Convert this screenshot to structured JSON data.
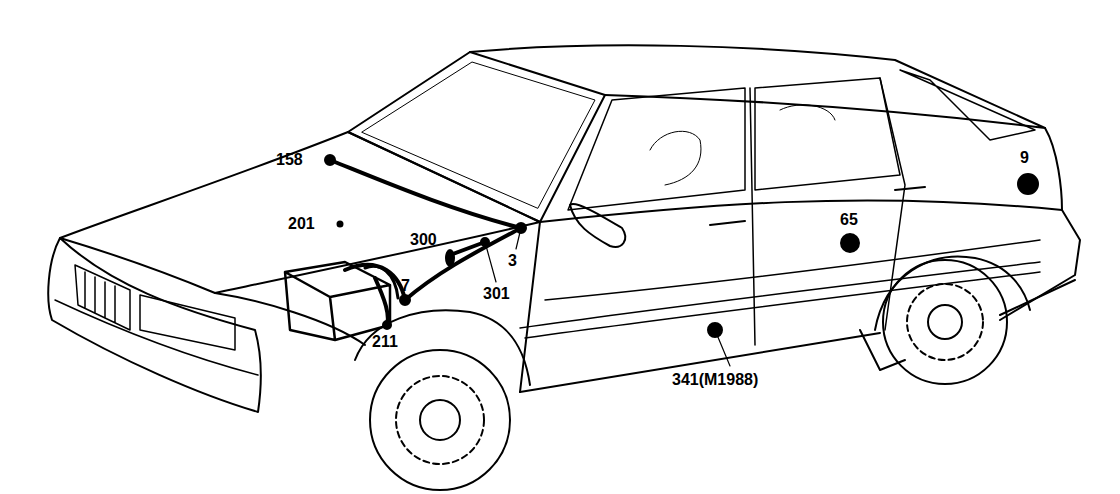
{
  "diagram": {
    "labels": [
      "158",
      "201",
      "300",
      "3",
      "7",
      "301",
      "211",
      "341(M1988)",
      "65",
      "9"
    ]
  }
}
